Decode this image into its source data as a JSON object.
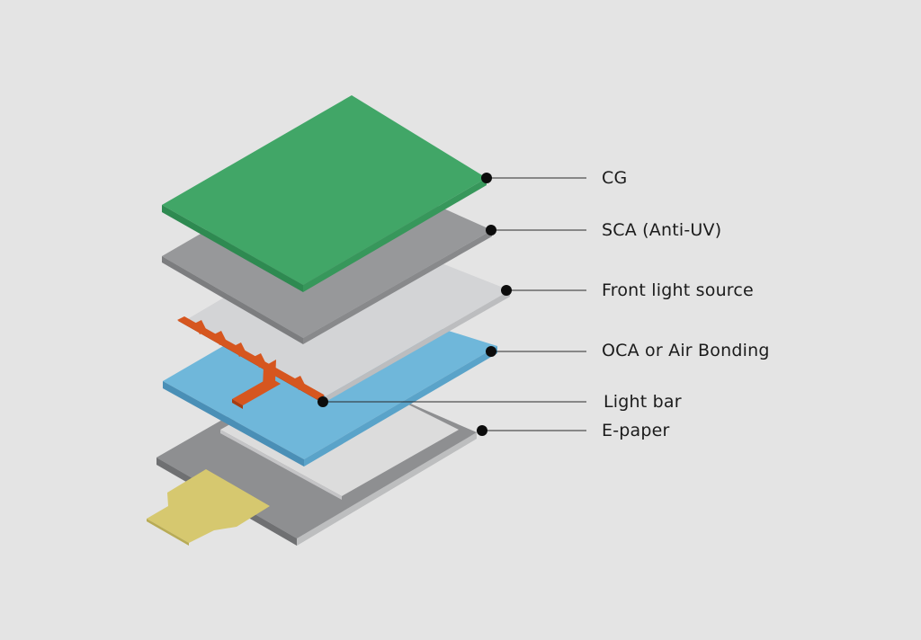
{
  "diagram": {
    "labels": {
      "cg": "CG",
      "sca": "SCA (Anti-UV)",
      "front_light": "Front light source",
      "oca": "OCA or Air Bonding",
      "light_bar": "Light bar",
      "epaper": "E-paper"
    },
    "colors": {
      "background": "#e4e4e4",
      "cover_glass": "#41a667",
      "sca_layer": "#97989a",
      "front_light_layer": "#d3d4d6",
      "oca_layer": "#6fb7da",
      "light_bar": "#d6561f",
      "epaper_frame": "#8e8f91",
      "epaper_display": "#dcdcdc",
      "flex_connector": "#d6c86f"
    }
  }
}
